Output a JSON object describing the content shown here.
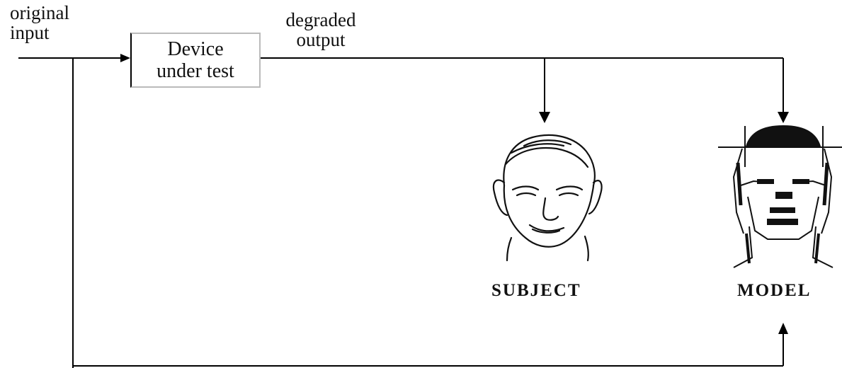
{
  "labels": {
    "input": "original\ninput",
    "output": "degraded\noutput",
    "device": "Device\nunder test",
    "subject": "SUBJECT",
    "model": "MODEL"
  }
}
